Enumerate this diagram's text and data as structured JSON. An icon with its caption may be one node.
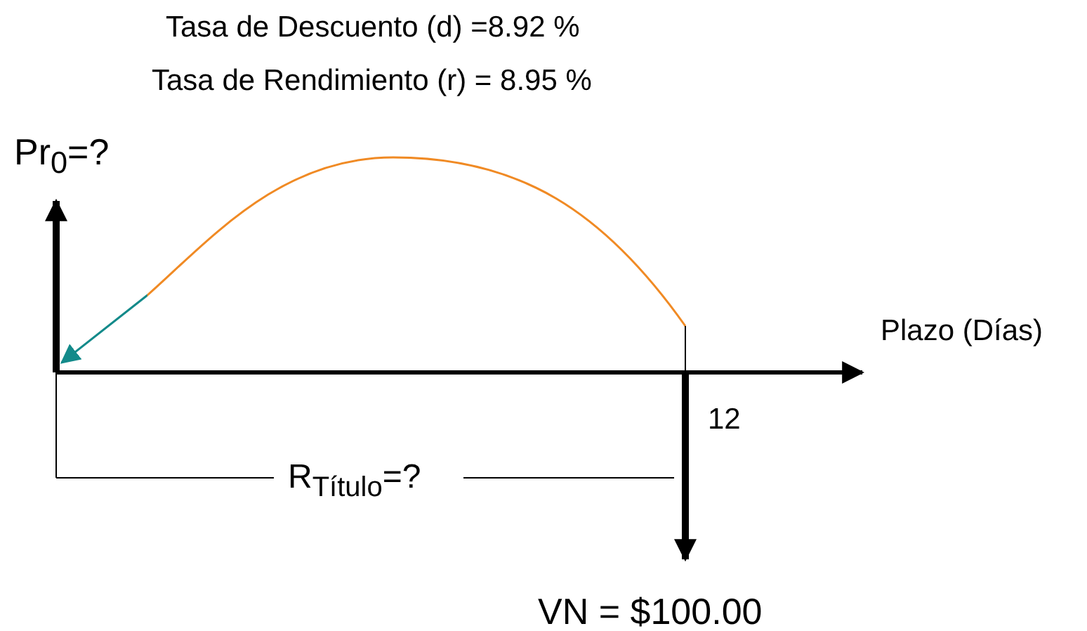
{
  "diagram": {
    "nodes": [
      {
        "text": [
          "Pr$_{0}$=?"
        ]
      },
      {
        "text": [
          "VN = $100.00"
        ]
      }
    ],
    "edges": [
      {
        "from": 1,
        "to": 0,
        "arrow": "to",
        "color": "#f08a24"
      }
    ],
    "labels": [
      "Tasa de Descuento (d) =8.92 %",
      "Tasa de Rendimiento (r) = 8.95 %",
      "Plazo (Días)",
      "12",
      "R$_{Título}$=?"
    ]
  }
}
